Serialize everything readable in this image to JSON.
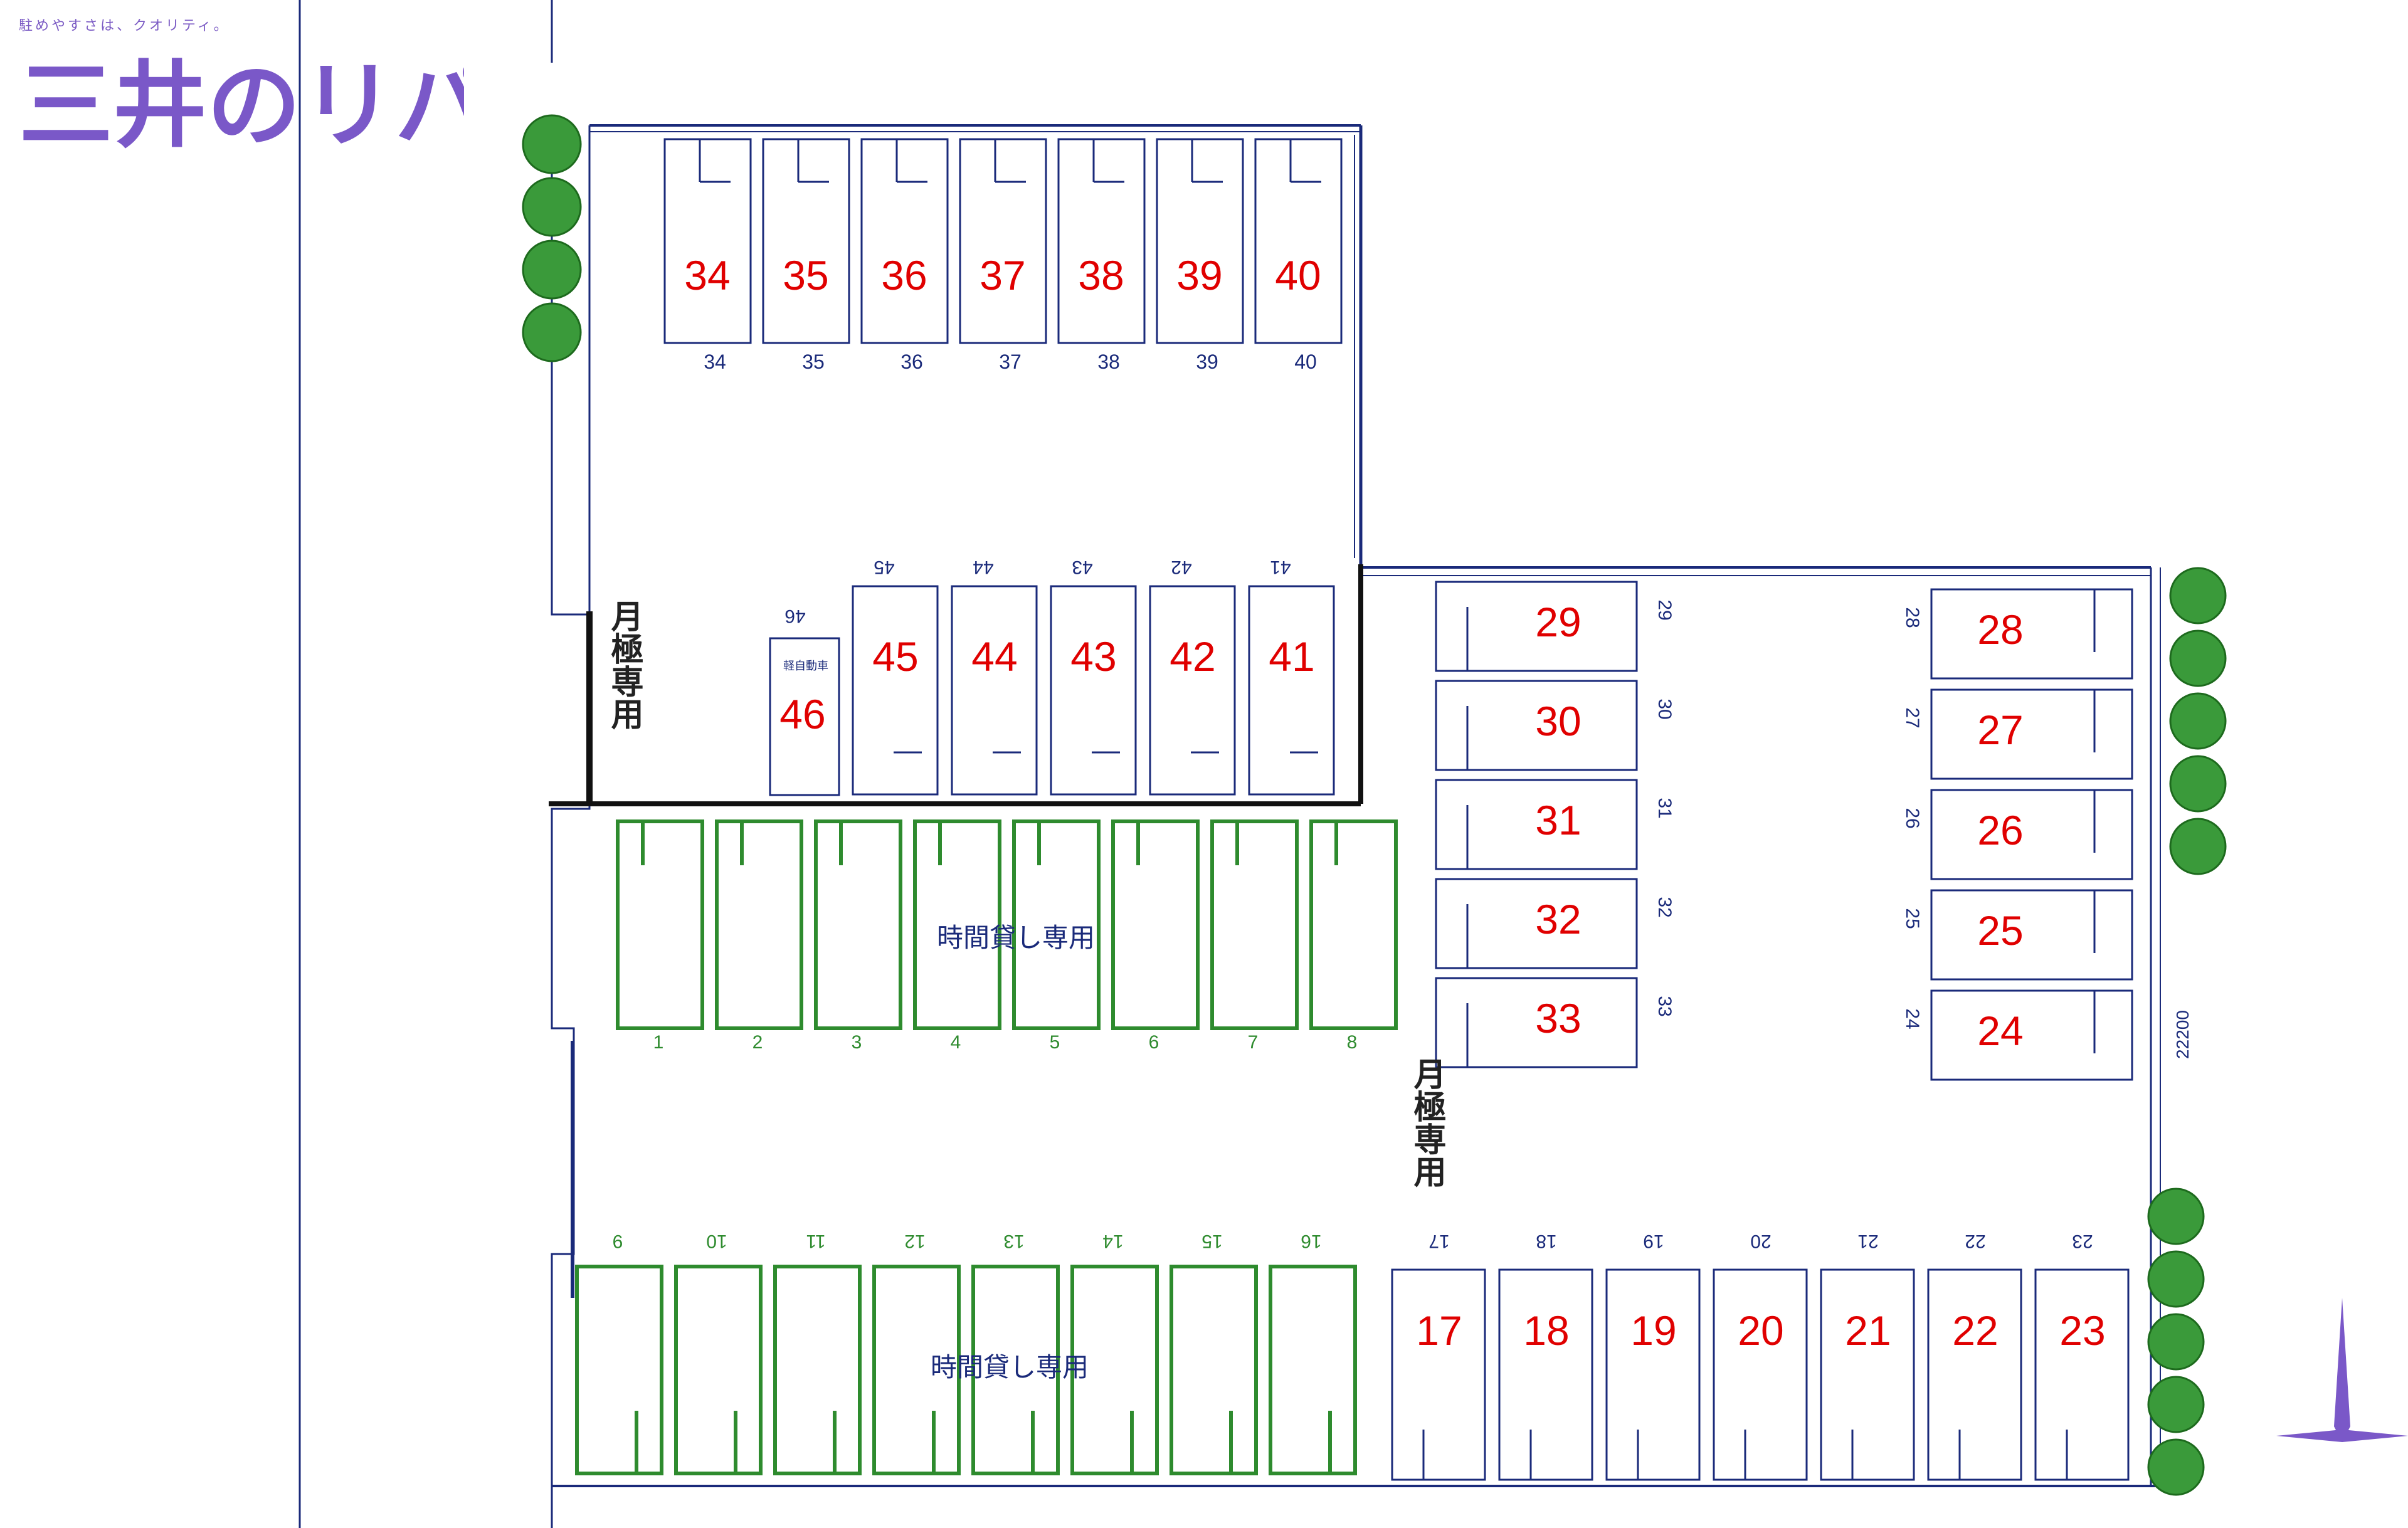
{
  "logo": {
    "tagline": "駐めやすさは、クオリティ。",
    "brand": "三井のリパーク"
  },
  "zones": {
    "monthly_left": "月極専用",
    "monthly_mid": "月極専用",
    "hourly_upper": "時間貸し専用",
    "hourly_lower": "時間貸し専用",
    "kei_label": "軽自動車"
  },
  "dimension": "22200",
  "colors": {
    "blue": "#1a2a7a",
    "red": "#e00000",
    "green": "#2e8b2e",
    "purple": "#7a58c8"
  },
  "spaces": {
    "top_row": [
      "34",
      "35",
      "36",
      "37",
      "38",
      "39",
      "40"
    ],
    "mid_row": [
      "45",
      "44",
      "43",
      "42",
      "41"
    ],
    "kei": "46",
    "right_col": [
      "29",
      "30",
      "31",
      "32",
      "33"
    ],
    "far_right": [
      "28",
      "27",
      "26",
      "25",
      "24"
    ],
    "bottom_right": [
      "17",
      "18",
      "19",
      "20",
      "21",
      "22",
      "23"
    ],
    "hourly_upper": [
      "1",
      "2",
      "3",
      "4",
      "5",
      "6",
      "7",
      "8"
    ],
    "hourly_lower": [
      "9",
      "10",
      "11",
      "12",
      "13",
      "14",
      "15",
      "16"
    ]
  }
}
